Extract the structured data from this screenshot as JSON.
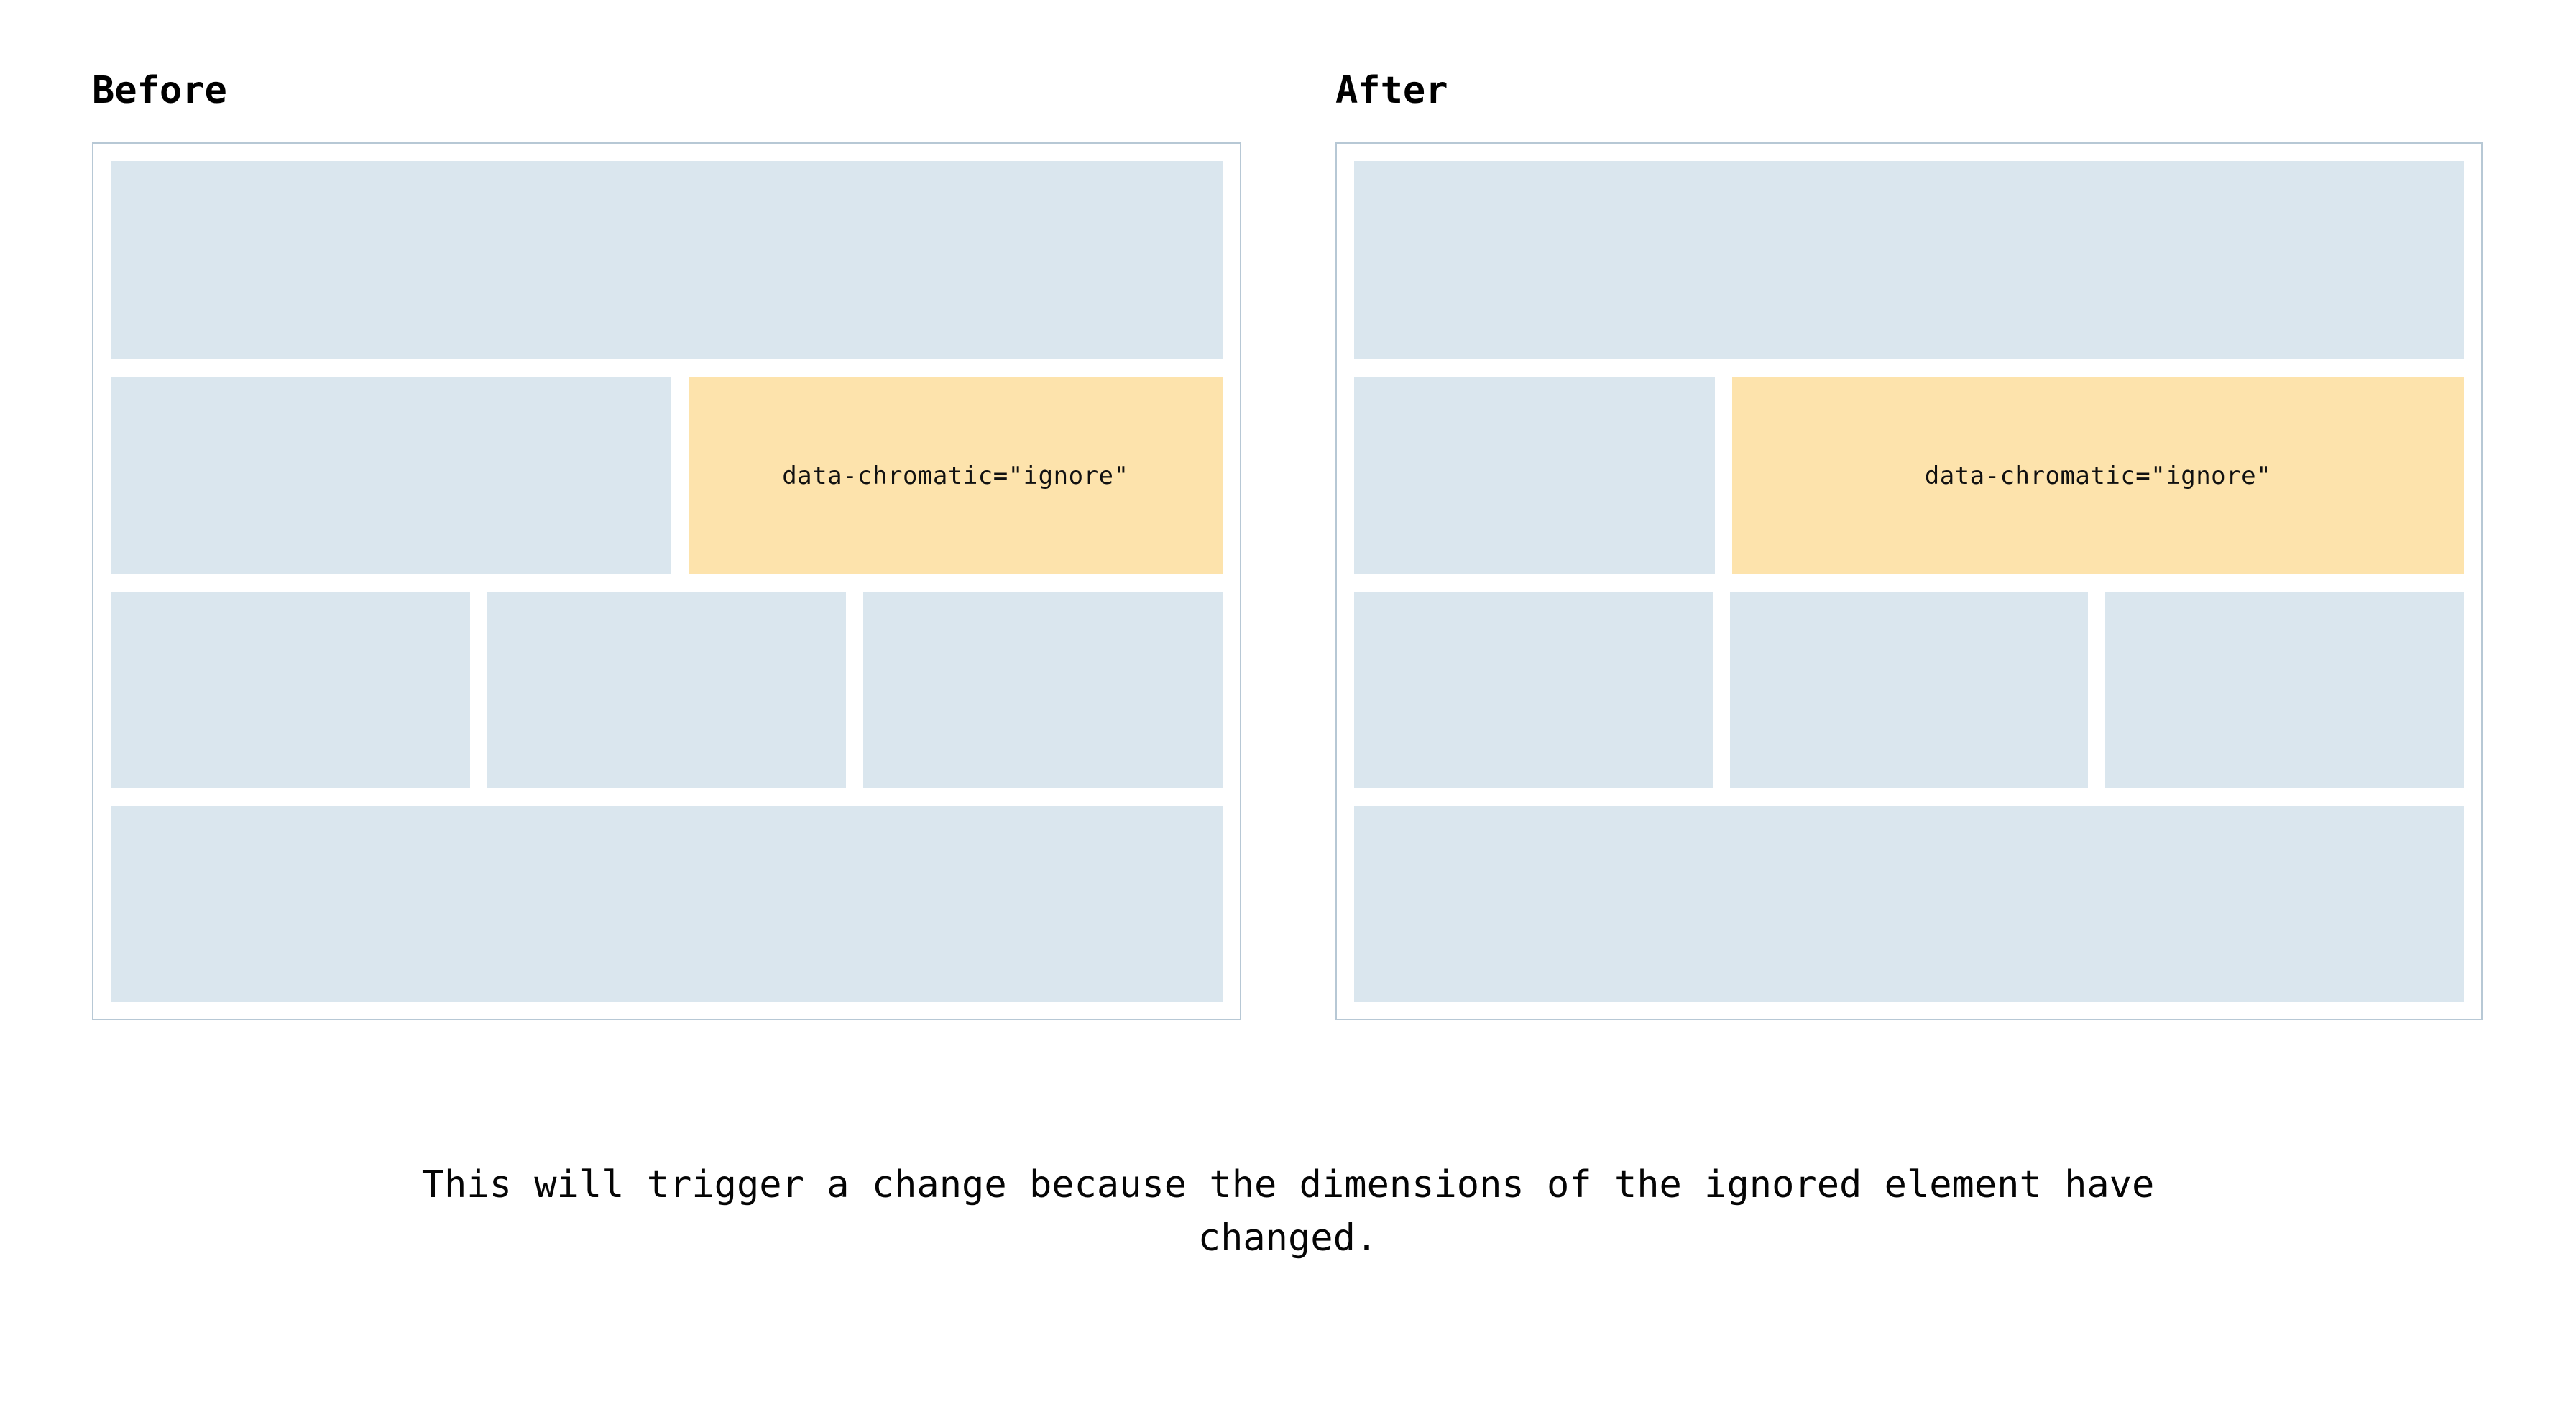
{
  "page": {
    "background_color": "#ffffff",
    "caption": "This will trigger a change because the dimensions of the ignored element have changed."
  },
  "theme": {
    "block_color": "#dae6ee",
    "ignored_block_color": "#fde3ac",
    "frame_border_color": "#b7c8d5",
    "text_color": "#000000"
  },
  "panels": [
    {
      "key": "before",
      "heading": "Before",
      "rows": [
        {
          "key": "hero",
          "blocks": [
            {
              "type": "plain"
            }
          ]
        },
        {
          "key": "split",
          "blocks": [
            {
              "type": "plain"
            },
            {
              "type": "ignored",
              "label": "data-chromatic=\"ignore\""
            }
          ]
        },
        {
          "key": "triple",
          "blocks": [
            {
              "type": "plain"
            },
            {
              "type": "plain"
            },
            {
              "type": "plain"
            }
          ]
        },
        {
          "key": "foot",
          "blocks": [
            {
              "type": "plain"
            }
          ]
        }
      ]
    },
    {
      "key": "after",
      "heading": "After",
      "rows": [
        {
          "key": "hero",
          "blocks": [
            {
              "type": "plain"
            }
          ]
        },
        {
          "key": "split",
          "blocks": [
            {
              "type": "plain"
            },
            {
              "type": "ignored",
              "label": "data-chromatic=\"ignore\""
            }
          ]
        },
        {
          "key": "triple",
          "blocks": [
            {
              "type": "plain"
            },
            {
              "type": "plain"
            },
            {
              "type": "plain"
            }
          ]
        },
        {
          "key": "foot",
          "blocks": [
            {
              "type": "plain"
            }
          ]
        }
      ]
    }
  ]
}
